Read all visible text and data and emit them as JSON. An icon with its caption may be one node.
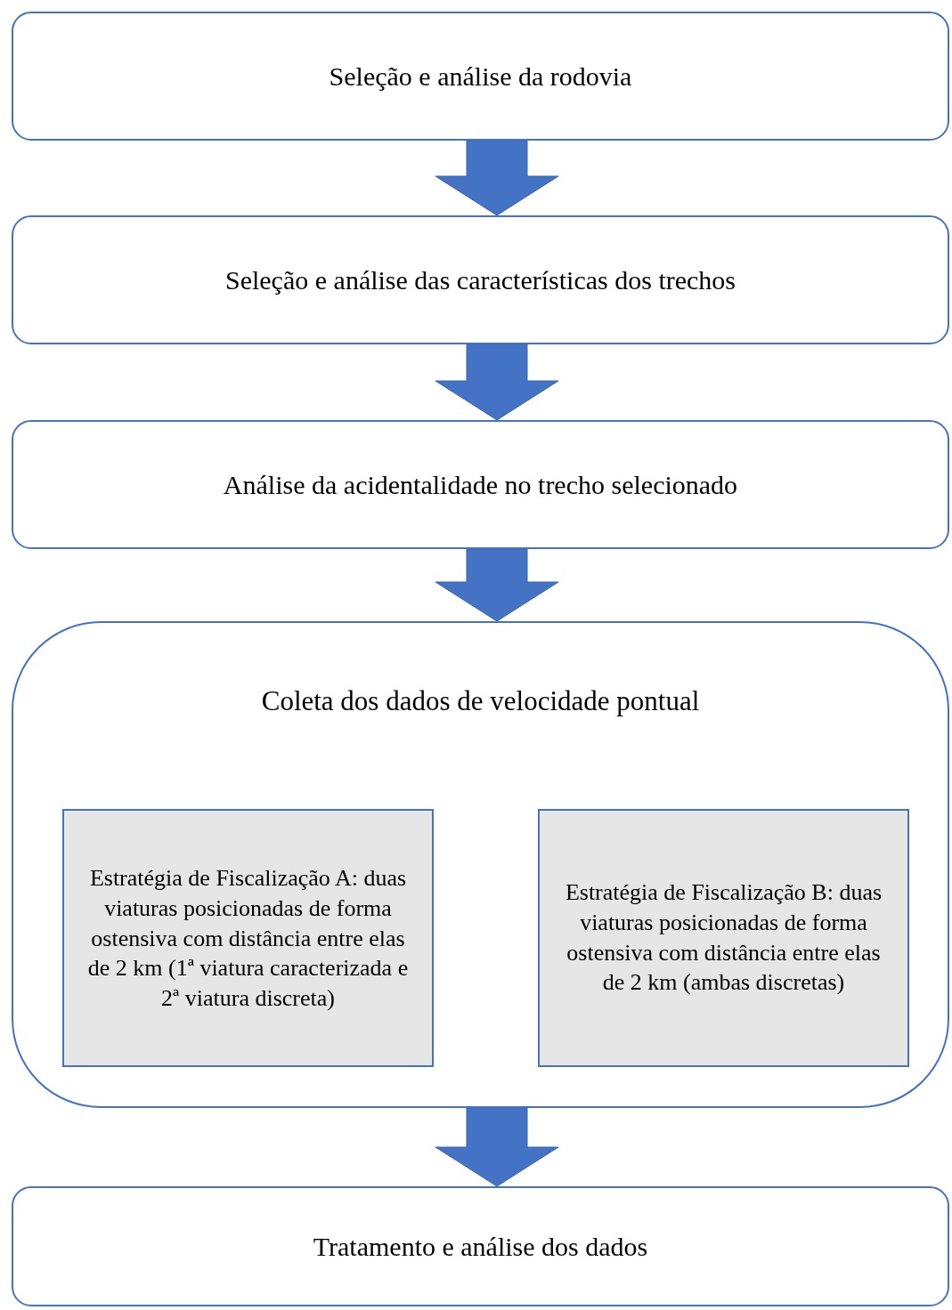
{
  "diagram": {
    "nodes": [
      {
        "text": [
          "Seleção e análise da rodovia"
        ]
      },
      {
        "text": [
          "Seleção e análise das características dos trechos"
        ]
      },
      {
        "text": [
          "Análise da acidentalidade no trecho selecionado"
        ]
      },
      {
        "text": [
          "Coleta dos dados de velocidade pontual"
        ]
      },
      {
        "text": [
          "Estratégia de Fiscalização A: duas viaturas posicionadas de forma ostensiva com distância entre elas de 2 km (1ª viatura caracterizada e 2ª viatura discreta)"
        ],
        "in": 3
      },
      {
        "text": [
          "Estratégia de Fiscalização B: duas viaturas posicionadas de forma ostensiva com distância entre elas de 2 km (ambas discretas)"
        ],
        "in": 3
      },
      {
        "text": [
          "Tratamento e análise dos dados"
        ]
      }
    ],
    "edges": [
      {
        "from": 0,
        "to": 1,
        "arrow": "to"
      },
      {
        "from": 1,
        "to": 2,
        "arrow": "to"
      },
      {
        "from": 2,
        "to": 3,
        "arrow": "to"
      },
      {
        "from": 3,
        "to": 6,
        "arrow": "to"
      }
    ]
  }
}
